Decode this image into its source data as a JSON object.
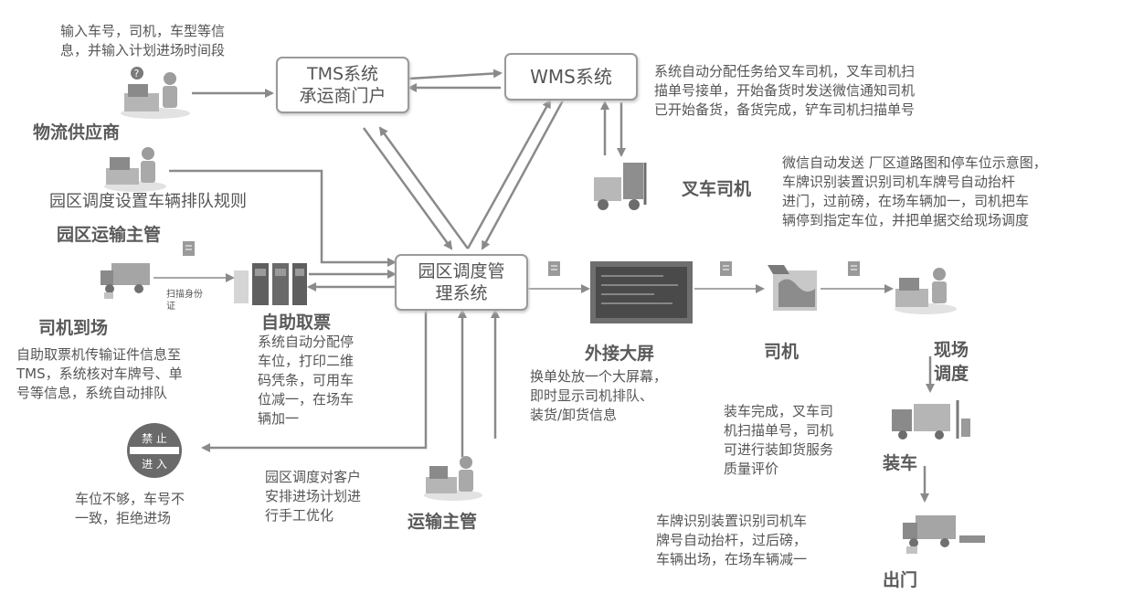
{
  "systems": {
    "tms": [
      "TMS系统",
      "承运商门户"
    ],
    "wms": "WMS系统",
    "yard": [
      "园区调度管",
      "理系统"
    ]
  },
  "roles": {
    "supplier": "物流供应商",
    "yard_manager": "园区运输主管",
    "driver_arrive": "司机到场",
    "self_ticket": "自助取票",
    "forklift": "叉车司机",
    "big_screen": "外接大屏",
    "driver": "司机",
    "field_dispatch": [
      "现场",
      "调度"
    ],
    "loading": "装车",
    "exit": "出门",
    "transport_manager": "运输主管"
  },
  "notes": {
    "supplier_input": "输入车号，司机，车型等信\n息，并输入计划进场时间段",
    "forklift_task": "系统自动分配任务给叉车司机，叉车司机扫\n描单号接单，开始备货时发送微信通知司机\n已开始备货，备货完成，铲车司机扫描单号",
    "wechat_route": "微信自动发送 厂区道路图和停车位示意图，\n车牌识别装置识别司机车牌号自动抬杆\n进门，过前磅，在场车辆加一，司机把车\n辆停到指定车位，并把单据交给现场调度",
    "queue_rule": "园区调度设置车辆排队规则",
    "scan_id": "扫描身份\n证",
    "self_ticket_desc": "自助取票机传输证件信息至\nTMS，系统核对车牌号、单\n号等信息，系统自动排队",
    "ticket_assign": "系统自动分配停\n车位，打印二维\n码凭条，可用车\n位减一，在场车\n辆加一",
    "screen_desc": "换单处放一个大屏幕，\n即时显示司机排队、\n装货/卸货信息",
    "loading_done": "装车完成，叉车司\n机扫描单号，司机\n可进行装卸货服务\n质量评价",
    "reject": "车位不够，车号不\n一致，拒绝进场",
    "manual_opt": "园区调度对客户\n安排进场计划进\n行手工优化",
    "exit_desc": "车牌识别装置识别司机车\n牌号自动抬杆，过后磅，\n车辆出场，在场车辆减一"
  },
  "no_entry_sign": {
    "top": "禁 止",
    "bottom": "进 入"
  }
}
